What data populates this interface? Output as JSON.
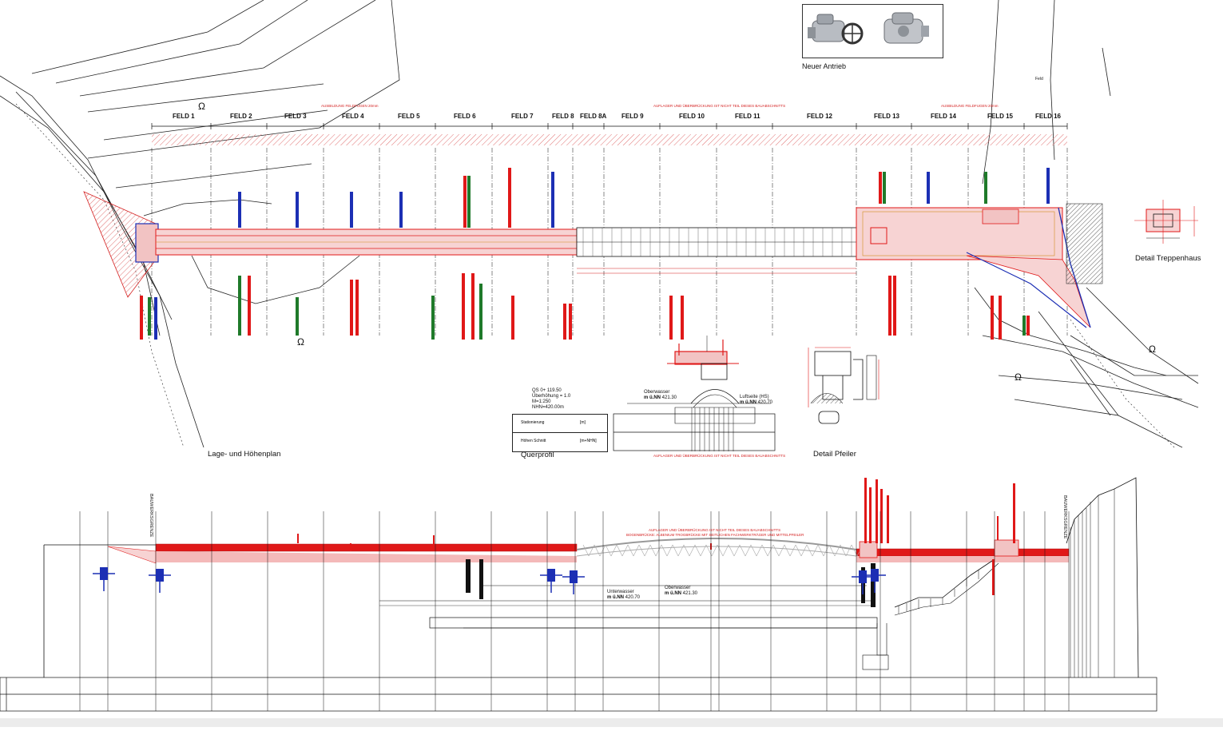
{
  "drawing": {
    "photo_caption": "Neuer Antrieb",
    "title_plan": "Lage- und Höhenplan",
    "title_querprofil": "Querprofil",
    "title_pfeiler": "Detail Pfeiler",
    "title_treppenhaus": "Detail Treppenhaus",
    "label_feld_top_right": "Feld",
    "labels_felds": [
      "FELD 1",
      "FELD 2",
      "FELD 3",
      "FELD 4",
      "FELD 5",
      "FELD 6",
      "FELD 7",
      "FELD 8",
      "FELD 8A",
      "FELD 9",
      "FELD 10",
      "FELD 11",
      "FELD 12",
      "FELD 13",
      "FELD 14",
      "FELD 15",
      "FELD 16"
    ],
    "red_note_top": "AUSBILDUNG FELDFUGEN 20mm",
    "red_note_mid": "AUFLAGER UND ÜBERBRÜCKUNG IST NICHT TEIL DIESES BAUABSCHNITTS",
    "red_note_right": "AUSBILDUNG FELDFUGEN 20mm",
    "querprofil_info": [
      "QS 0+ 119.50",
      "Überhöhung = 1.0",
      "M=1:250",
      "NHN=420.00m"
    ],
    "querprofil_table": {
      "row1_label": "Stationierung",
      "row1_unit": "[m]",
      "row2_label": "Höhen Schnitt",
      "row2_unit": "[m+NHN]"
    },
    "oberwasser_label": "Oberwasser",
    "oberwasser_value": "421.30",
    "luftseite_label": "Luftseite (HS)",
    "luftseite_value": "420.70",
    "unterwasser_label": "Unterwasser",
    "unterwasser_value": "420.70",
    "oberwasser2_label": "Oberwasser",
    "oberwasser2_value": "421.30",
    "nn_prefix": "m ü.NN",
    "baugrenze_label": "BAUWERKSGRENZE",
    "red_note_profile_1": "AUFLAGER UND ÜBERBRÜCKUNG IST NICHT TEIL DIESES BAUABSCHNITTS",
    "red_note_profile_2": "BOGENBRÜCKE: ALBENIUM TROGBRÜCKE MIT SEITLICHEN FACHWERKTRÄGER UND MITTELPFEILER",
    "symbol_omega": "Ω",
    "colors": {
      "red": "#e01818",
      "blue": "#1c2fb4",
      "green": "#1f7a2a",
      "line": "#111111"
    }
  }
}
